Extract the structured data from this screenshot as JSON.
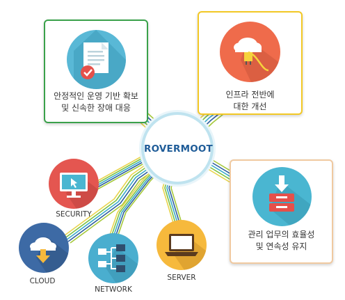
{
  "hub": {
    "label": "ROVERMOOT"
  },
  "cards": {
    "stability": {
      "line1": "안정적인 운영 기반 확보",
      "line2": "및 신속한 장애 대응",
      "border_color": "#3aa14a"
    },
    "infra": {
      "line1": "인프라 전반에",
      "line2": "대한 개선",
      "border_color": "#f3c824"
    },
    "efficiency": {
      "line1": "관리 업무의 효율성",
      "line2": "및 연속성 유지",
      "border_color": "#f0c9a0"
    }
  },
  "nodes": {
    "security": {
      "label": "SECURITY",
      "color": "#e45650"
    },
    "cloud": {
      "label": "CLOUD",
      "color": "#3d6aa5"
    },
    "network": {
      "label": "NETWORK",
      "color": "#4aaecf"
    },
    "server": {
      "label": "SERVER",
      "color": "#f6b93c"
    }
  },
  "icons": {
    "stability": "document-check-icon",
    "infra": "cloud-plug-icon",
    "efficiency": "tray-download-icon",
    "security": "monitor-cursor-icon",
    "cloud": "cloud-download-icon",
    "network": "network-tree-icon",
    "server": "laptop-icon"
  },
  "wire_colors": [
    "#e8d44d",
    "#7cc243",
    "#3aa9c9",
    "#2f5f9e",
    "#a5c83b"
  ]
}
